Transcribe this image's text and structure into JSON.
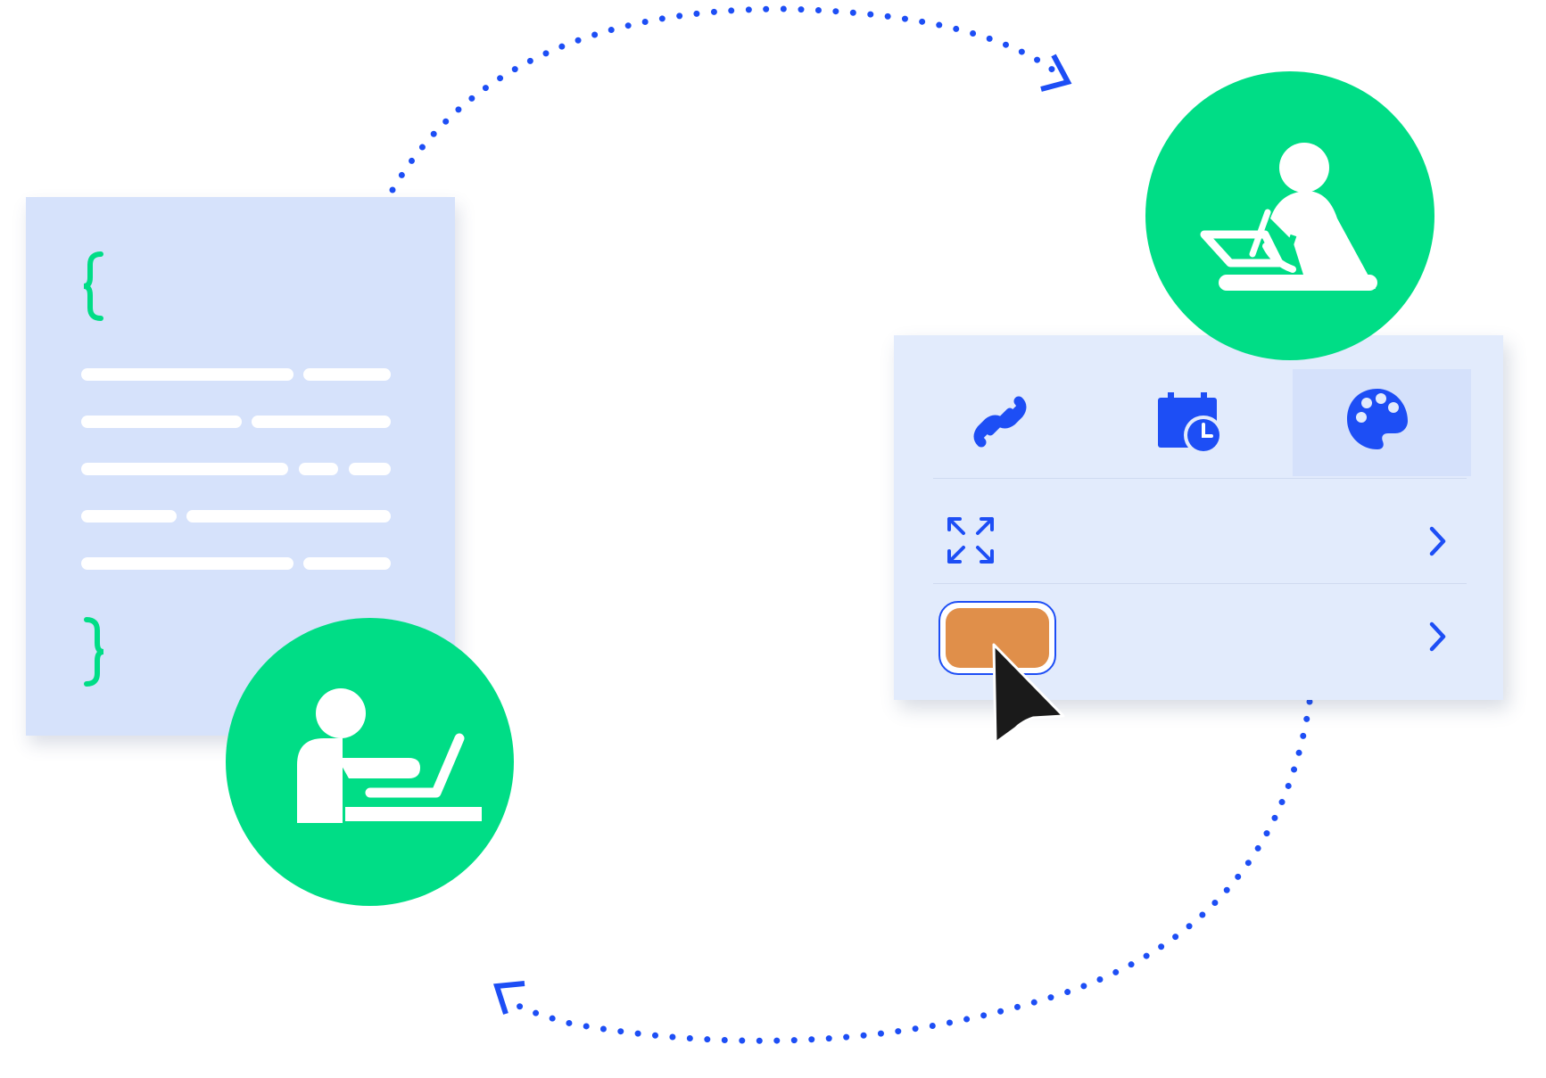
{
  "diagram": {
    "colors": {
      "accent_blue": "#1d4ef5",
      "accent_green": "#00dd86",
      "doc_panel": "#d6e2fb",
      "menu_panel": "#e2ebfc",
      "swatch": "#e08f4a",
      "cursor": "#1a1a1a"
    },
    "flow": [
      "code-document",
      "developer",
      "designer",
      "widget-panel"
    ],
    "actors": [
      {
        "role": "developer",
        "icon": "person-laptop-icon"
      },
      {
        "role": "designer",
        "icon": "person-drawing-tablet-icon"
      }
    ],
    "document": {
      "open_brace": "{",
      "close_brace": "}"
    },
    "panel": {
      "tabs": [
        {
          "icon": "link-icon",
          "selected": false
        },
        {
          "icon": "calendar-clock-icon",
          "selected": false
        },
        {
          "icon": "palette-icon",
          "selected": true
        }
      ],
      "rows": [
        {
          "icon": "expand-arrows-icon",
          "action": "chevron-right-icon"
        },
        {
          "icon": "color-swatch",
          "action": "chevron-right-icon"
        }
      ]
    }
  }
}
